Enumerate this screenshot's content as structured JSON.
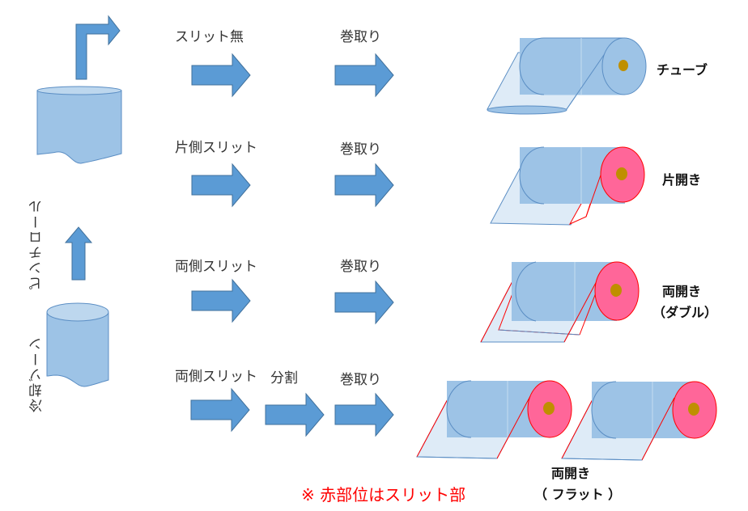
{
  "colors": {
    "arrow_fill": "#5b9bd5",
    "arrow_stroke": "#41719c",
    "roll_fill": "#9dc3e6",
    "film_fill": "#deebf7",
    "roll_edge": "#5b8ec4",
    "slit_red": "#ff0000",
    "red_end_fill": "#ff6699",
    "core_fill": "#bf8f00",
    "note_color": "#ff0000"
  },
  "left": {
    "cooling_zone_label": "冷却ゾーン",
    "pinch_roll_label": "ピンチロール"
  },
  "rows": [
    {
      "step1": "スリット無",
      "step2": "巻取り",
      "result": [
        "チューブ"
      ]
    },
    {
      "step1": "片側スリット",
      "step2": "巻取り",
      "result": [
        "片開き"
      ]
    },
    {
      "step1": "両側スリット",
      "step2": "巻取り",
      "result": [
        "両開き",
        "（ダブル）"
      ]
    },
    {
      "step1": "両側スリット",
      "step1b": "分割",
      "step2": "巻取り",
      "result": [
        "両開き",
        "（ フラット ）"
      ]
    }
  ],
  "note": "※ 赤部位はスリット部"
}
